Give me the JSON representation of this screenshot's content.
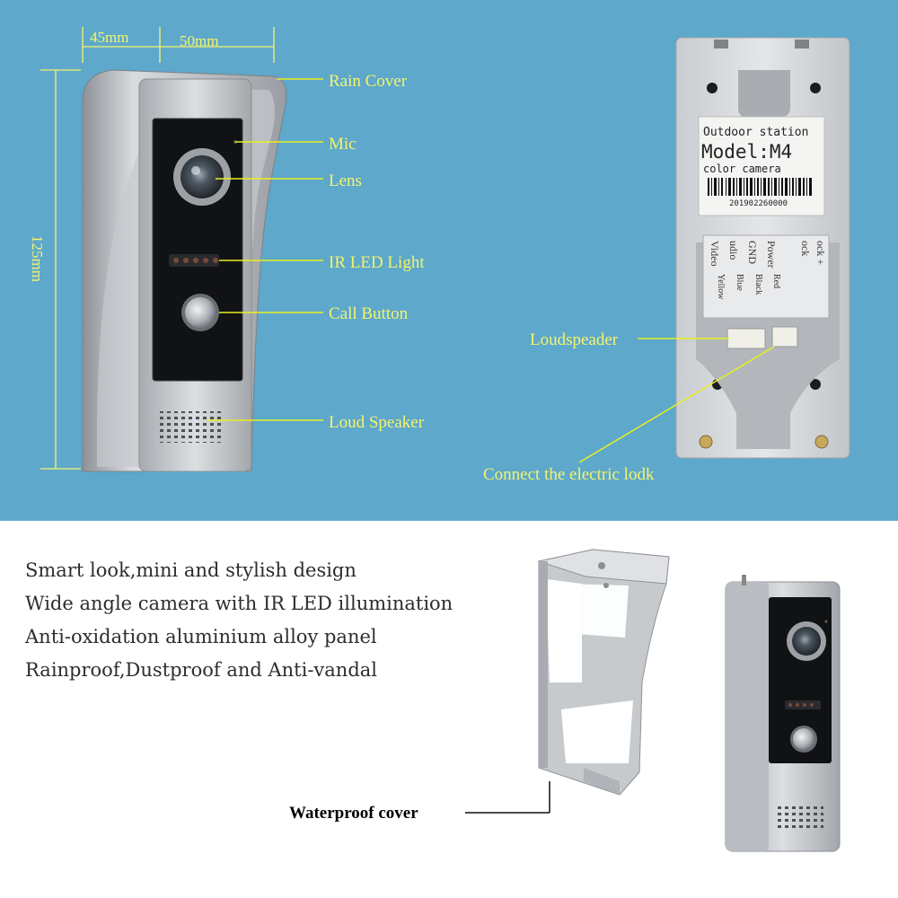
{
  "dimensions": {
    "width_top": "45mm",
    "width_side": "50mm",
    "height": "125mm"
  },
  "front_labels": {
    "rain_cover": "Rain Cover",
    "mic": "Mic",
    "lens": "Lens",
    "ir_led": "IR LED Light",
    "call_button": "Call Button",
    "loud_speaker": "Loud Speaker"
  },
  "back_labels": {
    "loudspeaker": "Loudspeader",
    "electric_lock": "Connect the electric lodk"
  },
  "sticker": {
    "line1": "Outdoor station",
    "line2": "Model:M4",
    "line3": "color camera",
    "serial": "201902260000"
  },
  "wires": {
    "video": "Video",
    "audio": "udio",
    "gnd": "GND",
    "power": "Power",
    "lock": "ock",
    "lock2": "ock +",
    "yellow": "Yellow",
    "blue": "Blue",
    "black": "Black",
    "red": "Red"
  },
  "features": [
    "Smart look,mini and stylish design",
    "Wide angle camera with IR LED illumination",
    "Anti-oxidation aluminium alloy panel",
    "Rainproof,Dustproof and Anti-vandal"
  ],
  "waterproof_cover_label": "Waterproof cover",
  "colors": {
    "background_top": "#5ea8cc",
    "label_yellow": "#f4f46a",
    "callout_green": "#e8f020"
  }
}
